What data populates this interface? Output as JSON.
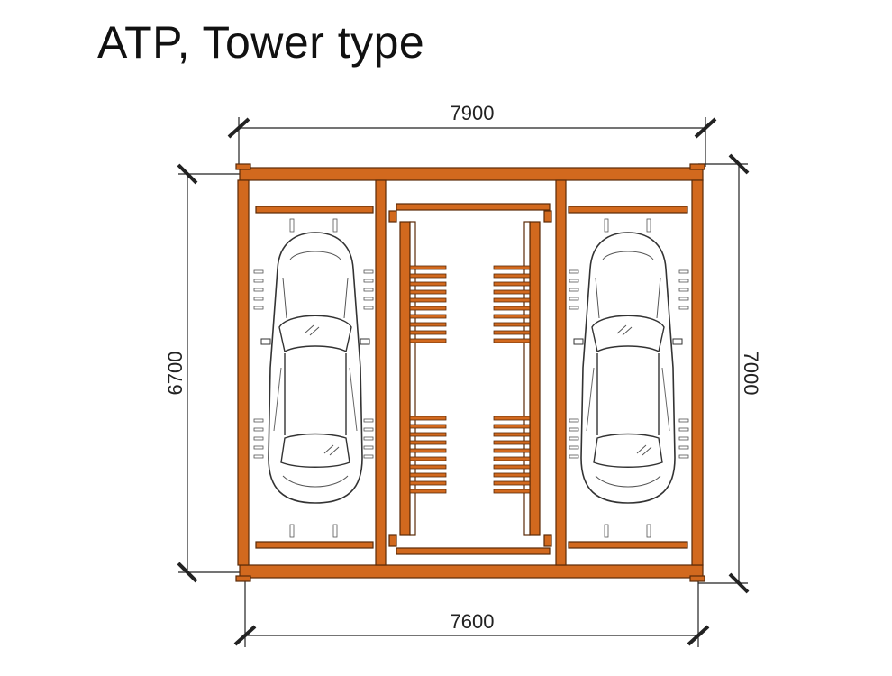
{
  "title": "ATP, Tower type",
  "dimensions": {
    "top": "7900",
    "bottom": "7600",
    "left": "6700",
    "right": "7000"
  },
  "colors": {
    "steel_fill": "#d2691e",
    "steel_stroke": "#5a2a08",
    "dimension_line": "#222222",
    "car_stroke": "#333333"
  }
}
